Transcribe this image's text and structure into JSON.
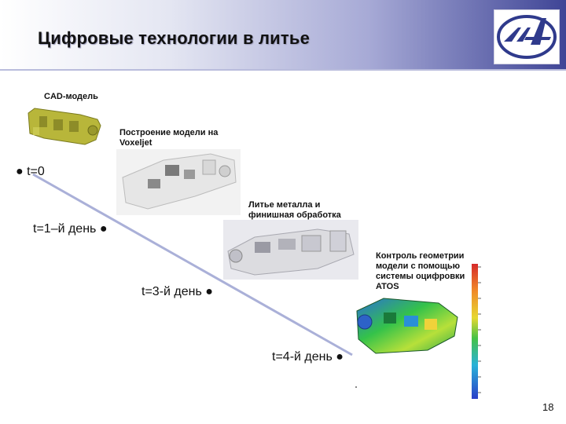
{
  "slide": {
    "title": "Цифровые технологии в литье",
    "number": "18"
  },
  "steps": {
    "cad_label": "CAD-модель",
    "voxeljet_label": "Построение модели на Voxeljet",
    "casting_label": "Литье металла и финишная обработка",
    "control_label": "Контроль геометрии модели с помощью системы оцифровки ATOS"
  },
  "timeline": {
    "t0": "● t=0",
    "t1": "t=1–й день ●",
    "t3": "t=3-й день ●",
    "t4": "t=4-й день ●"
  },
  "colors": {
    "header_dark": "#3f4596",
    "cad_model": "#b8b63a",
    "timeline_line": "#aab0d8"
  }
}
